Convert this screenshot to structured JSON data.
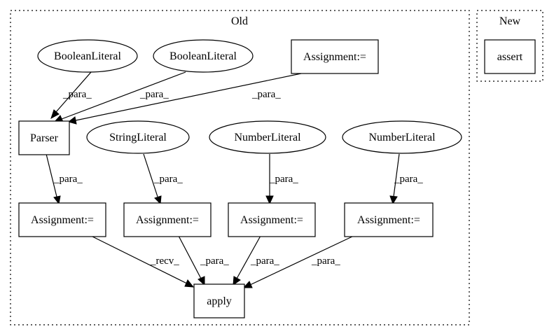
{
  "clusters": {
    "old": {
      "label": "Old"
    },
    "new": {
      "label": "New"
    }
  },
  "nodes": {
    "bool1": {
      "label": "BooleanLiteral",
      "shape": "ellipse"
    },
    "bool2": {
      "label": "BooleanLiteral",
      "shape": "ellipse"
    },
    "assign_top": {
      "label": "Assignment:=",
      "shape": "box"
    },
    "parser": {
      "label": "Parser",
      "shape": "box"
    },
    "string1": {
      "label": "StringLiteral",
      "shape": "ellipse"
    },
    "num1": {
      "label": "NumberLiteral",
      "shape": "ellipse"
    },
    "num2": {
      "label": "NumberLiteral",
      "shape": "ellipse"
    },
    "assign1": {
      "label": "Assignment:=",
      "shape": "box"
    },
    "assign2": {
      "label": "Assignment:=",
      "shape": "box"
    },
    "assign3": {
      "label": "Assignment:=",
      "shape": "box"
    },
    "assign4": {
      "label": "Assignment:=",
      "shape": "box"
    },
    "apply": {
      "label": "apply",
      "shape": "box"
    },
    "assert": {
      "label": "assert",
      "shape": "box"
    }
  },
  "edges": [
    {
      "from": "bool1",
      "to": "parser",
      "label": "_para_"
    },
    {
      "from": "bool2",
      "to": "parser",
      "label": "_para_"
    },
    {
      "from": "assign_top",
      "to": "parser",
      "label": "_para_"
    },
    {
      "from": "parser",
      "to": "assign1",
      "label": "_para_"
    },
    {
      "from": "string1",
      "to": "assign2",
      "label": "_para_"
    },
    {
      "from": "num1",
      "to": "assign3",
      "label": "_para_"
    },
    {
      "from": "num2",
      "to": "assign4",
      "label": "_para_"
    },
    {
      "from": "assign1",
      "to": "apply",
      "label": "_recv_"
    },
    {
      "from": "assign2",
      "to": "apply",
      "label": "_para_"
    },
    {
      "from": "assign3",
      "to": "apply",
      "label": "_para_"
    },
    {
      "from": "assign4",
      "to": "apply",
      "label": "_para_"
    }
  ]
}
